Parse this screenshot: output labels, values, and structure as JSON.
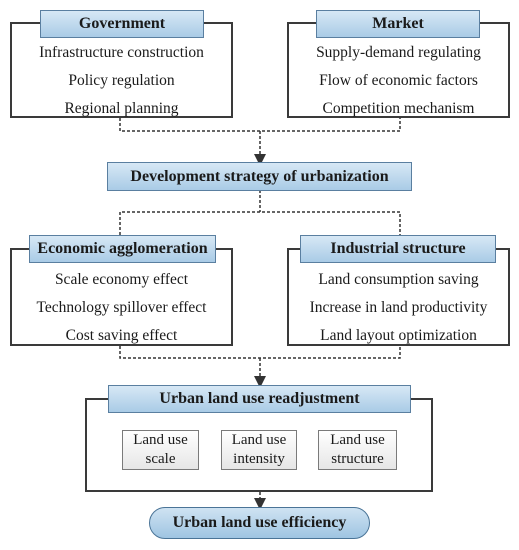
{
  "government": {
    "title": "Government",
    "items": [
      "Infrastructure construction",
      "Policy regulation",
      "Regional planning"
    ]
  },
  "market": {
    "title": "Market",
    "items": [
      "Supply-demand regulating",
      "Flow of economic factors",
      "Competition mechanism"
    ]
  },
  "strategy": {
    "title": "Development strategy of urbanization"
  },
  "economic": {
    "title": "Economic agglomeration",
    "items": [
      "Scale economy effect",
      "Technology spillover effect",
      "Cost saving effect"
    ]
  },
  "industrial": {
    "title": "Industrial structure",
    "items": [
      "Land consumption saving",
      "Increase in land productivity",
      "Land layout optimization"
    ]
  },
  "readjustment": {
    "title": "Urban land use readjustment",
    "boxes": [
      {
        "line1": "Land use",
        "line2": "scale"
      },
      {
        "line1": "Land use",
        "line2": "intensity"
      },
      {
        "line1": "Land use",
        "line2": "structure"
      }
    ]
  },
  "efficiency": {
    "title": "Urban land use efficiency"
  },
  "colors": {
    "header_fill": "#bcd7ec",
    "frame_stroke": "#3a3a3a",
    "connector": "#333333"
  }
}
